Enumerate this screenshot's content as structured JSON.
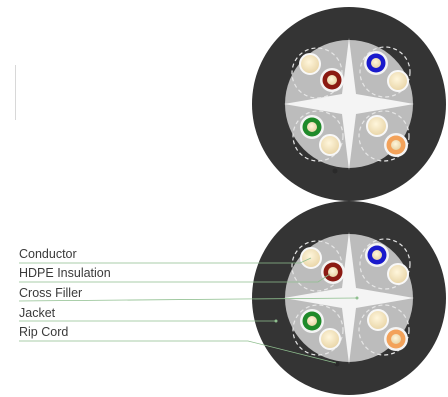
{
  "callouts": {
    "conductor": "Conductor",
    "insulation": "HDPE Insulation",
    "cross_filler": "Cross Filler",
    "jacket": "Jacket",
    "rip_cord": "Rip Cord"
  },
  "colors": {
    "jacket": "#343434",
    "core_background": "#bcbcbc",
    "cross_filler": "#f4f4f4",
    "conductor": "#f2e4c0",
    "pair_brown": "#8b1a12",
    "pair_blue": "#1a1acc",
    "pair_green": "#1f8a2a",
    "pair_orange": "#f3a25a",
    "leader_line": "#8fbf8f"
  },
  "pairs": [
    "brown",
    "blue",
    "green",
    "orange"
  ]
}
